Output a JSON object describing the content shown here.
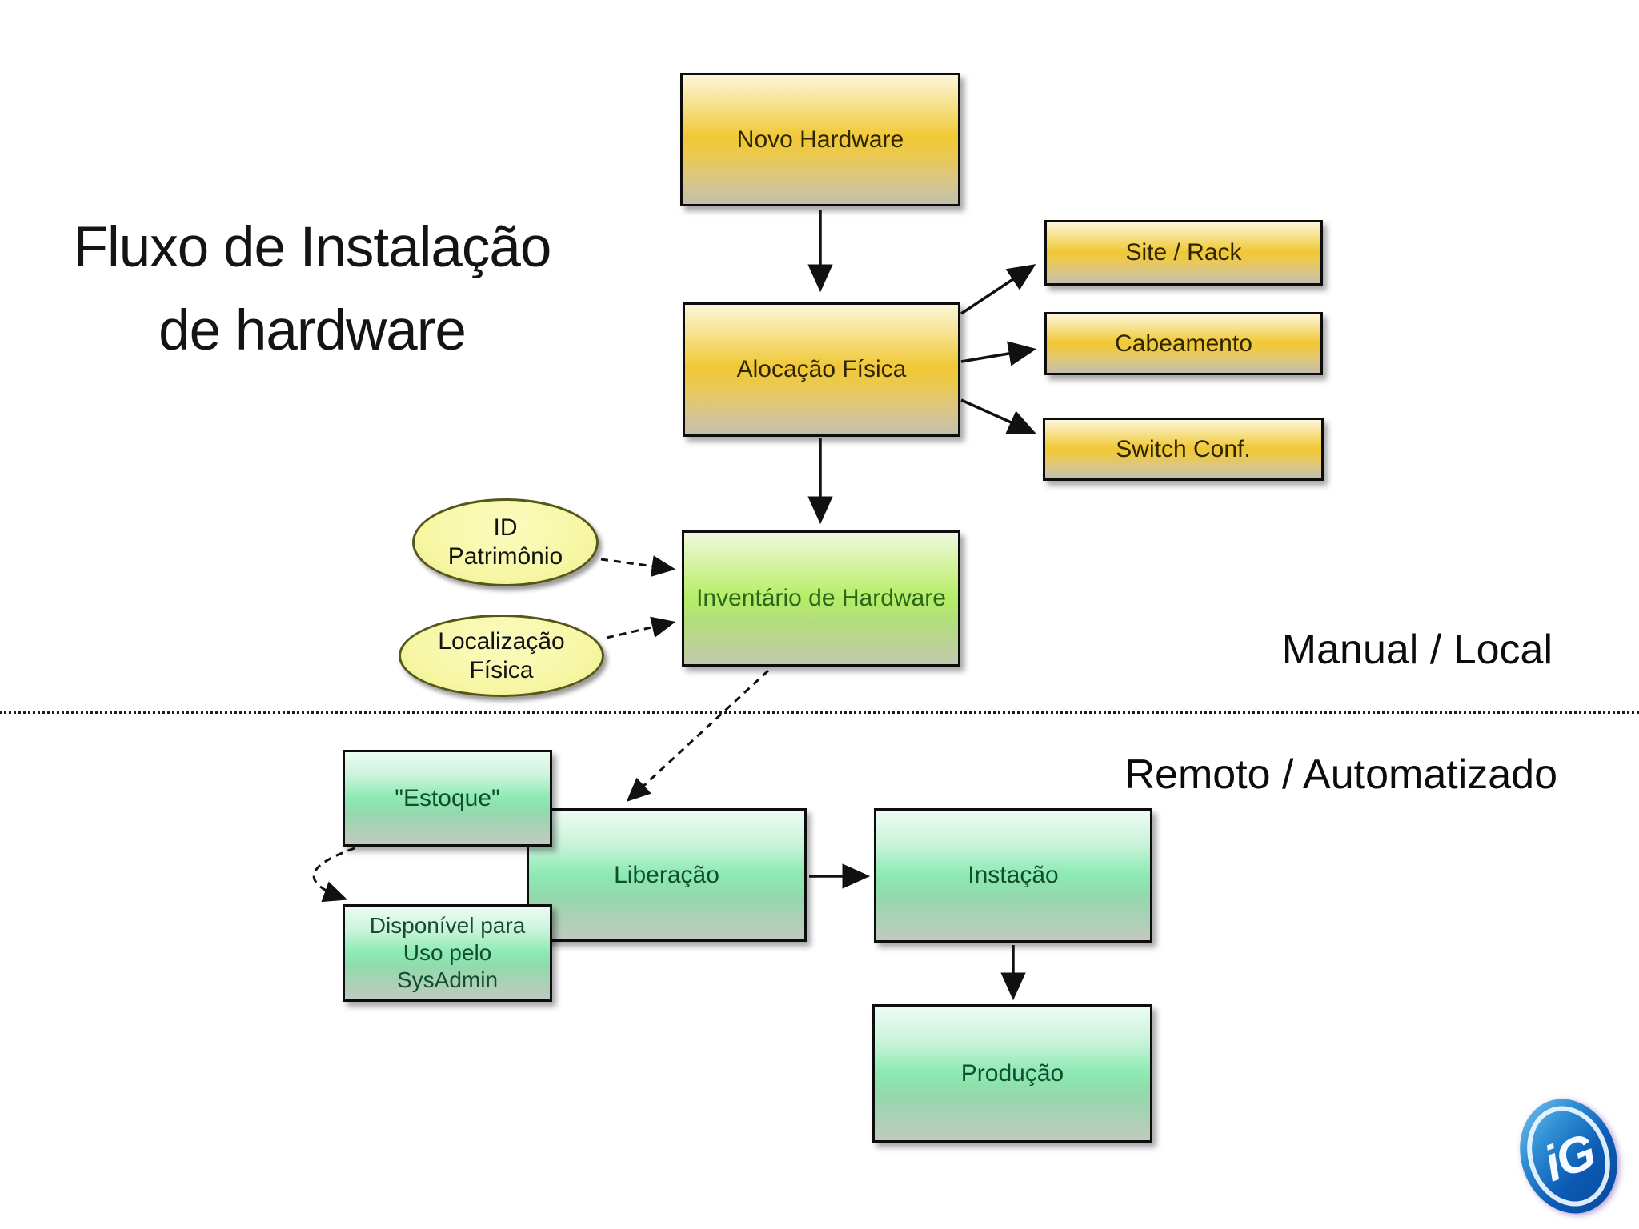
{
  "title": {
    "line1": "Fluxo de Instalação",
    "line2": "de hardware"
  },
  "zones": {
    "top_label": "Manual / Local",
    "bottom_label": "Remoto / Automatizado"
  },
  "nodes": {
    "novo_hardware": {
      "label": "Novo Hardware"
    },
    "alocacao_fisica": {
      "label": "Alocação Física"
    },
    "site_rack": {
      "label": "Site / Rack"
    },
    "cabeamento": {
      "label": "Cabeamento"
    },
    "switch_conf": {
      "label": "Switch Conf."
    },
    "inventario": {
      "label": "Inventário de Hardware"
    },
    "id_patrimonio": {
      "line1": "ID",
      "line2": "Patrimônio"
    },
    "localizacao_fisica": {
      "line1": "Localização",
      "line2": "Física"
    },
    "estoque": {
      "label": "\"Estoque\""
    },
    "liberacao": {
      "label": "Liberação"
    },
    "disponivel": {
      "line1": "Disponível para",
      "line2": "Uso pelo",
      "line3": "SysAdmin"
    },
    "instacao": {
      "label": "Instação"
    },
    "producao": {
      "label": "Produção"
    }
  },
  "logo": {
    "text": "iG"
  },
  "colors": {
    "yellow_node_mid": "#f0c835",
    "green_node_mid": "#b5ed66",
    "mint_node_mid": "#8beab1",
    "ellipse_fill": "#f7f7a6",
    "yellow_text": "#2f2500",
    "green_text": "#2c661c",
    "mint_text": "#124d30",
    "arrow": "#111111",
    "logo_blue": "#0b5ab4",
    "background": "#ffffff"
  }
}
